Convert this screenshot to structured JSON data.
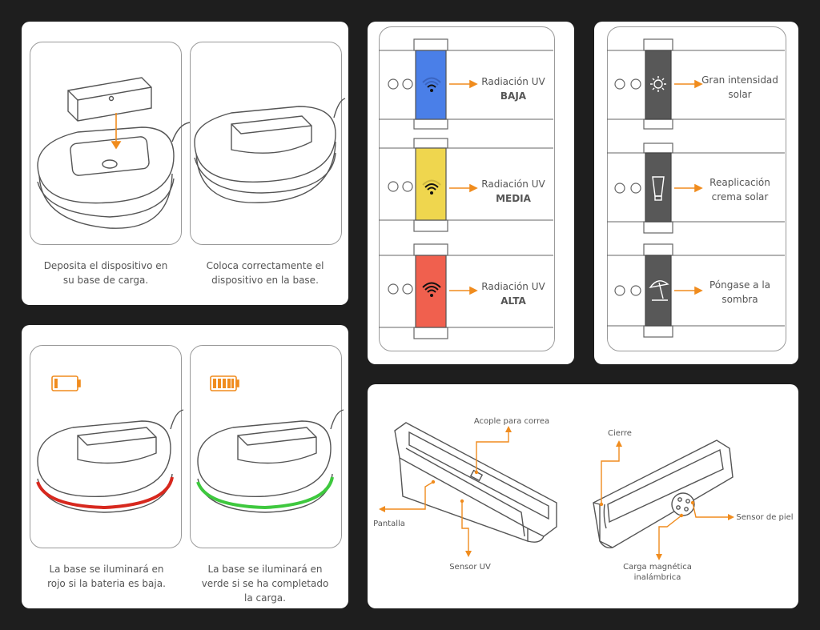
{
  "colors": {
    "background": "#1e1e1e",
    "card": "#ffffff",
    "accent": "#f08c1e",
    "uv_low": "#4a7fe8",
    "uv_medium": "#efd64e",
    "uv_high": "#f0604e",
    "alert_screen": "#585858",
    "led_red": "#d7281e",
    "led_green": "#3ec83e"
  },
  "charging": {
    "step1": {
      "caption": "Deposita el dispositivo en su base de carga."
    },
    "step2": {
      "caption": "Coloca correctamente el dispositivo en la base."
    }
  },
  "battery": {
    "low": {
      "caption": "La base se iluminará en rojo si la bateria es baja.",
      "icon": "battery-low-icon",
      "level": 0.15
    },
    "full": {
      "caption": "La base se iluminará en verde si se ha completado la carga.",
      "icon": "battery-full-icon",
      "level": 1.0
    }
  },
  "uv_levels": [
    {
      "line1": "Radiación UV",
      "line2": "BAJA",
      "color": "#4a7fe8",
      "icon": "wifi-signal-low-icon"
    },
    {
      "line1": "Radiación UV",
      "line2": "MEDIA",
      "color": "#efd64e",
      "icon": "wifi-signal-medium-icon"
    },
    {
      "line1": "Radiación UV",
      "line2": "ALTA",
      "color": "#f0604e",
      "icon": "wifi-signal-high-icon"
    }
  ],
  "alerts": [
    {
      "line1": "Gran intensidad",
      "line2": "solar",
      "icon": "sun-icon"
    },
    {
      "line1": "Reaplicación",
      "line2": "crema solar",
      "icon": "sunscreen-tube-icon"
    },
    {
      "line1": "Póngase a la",
      "line2": "sombra",
      "icon": "beach-umbrella-icon"
    }
  ],
  "device_parts": {
    "strap_mount": "Acople para correa",
    "display": "Pantalla",
    "uv_sensor": "Sensor UV",
    "clasp": "Cierre",
    "skin_sensor": "Sensor de piel",
    "wireless_charging_line1": "Carga magnética",
    "wireless_charging_line2": "inalámbrica"
  }
}
